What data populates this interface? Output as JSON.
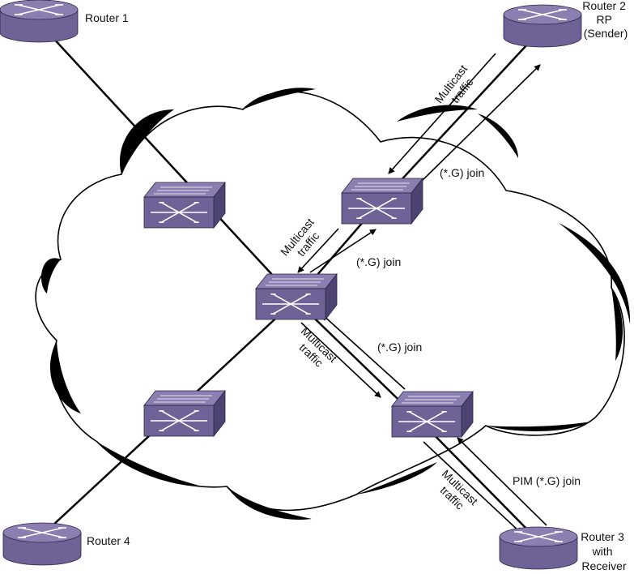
{
  "routers": {
    "r1": {
      "label_lines": [
        "Router 1"
      ]
    },
    "r2": {
      "label_lines": [
        "Router 2",
        "RP",
        "(Sender)"
      ]
    },
    "r3": {
      "label_lines": [
        "Router 3",
        "with",
        "Receiver"
      ]
    },
    "r4": {
      "label_lines": [
        "Router 4"
      ]
    }
  },
  "annotations": {
    "mc_r2": [
      "Multicast",
      "traffic"
    ],
    "join_r2": "(*.G) join",
    "mc_sw2": [
      "Multicast",
      "traffic"
    ],
    "join_sw2": "(*.G) join",
    "join_sw4": "(*.G) join",
    "mc_sw4": [
      "Multicast",
      "traffic"
    ],
    "pim_join": "PIM (*.G) join",
    "mc_r3": [
      "Multicast",
      "traffic"
    ]
  },
  "colors": {
    "device_top": "#8a7fb0",
    "device_front": "#6e6296",
    "device_side": "#4d4373",
    "link": "#000000"
  }
}
